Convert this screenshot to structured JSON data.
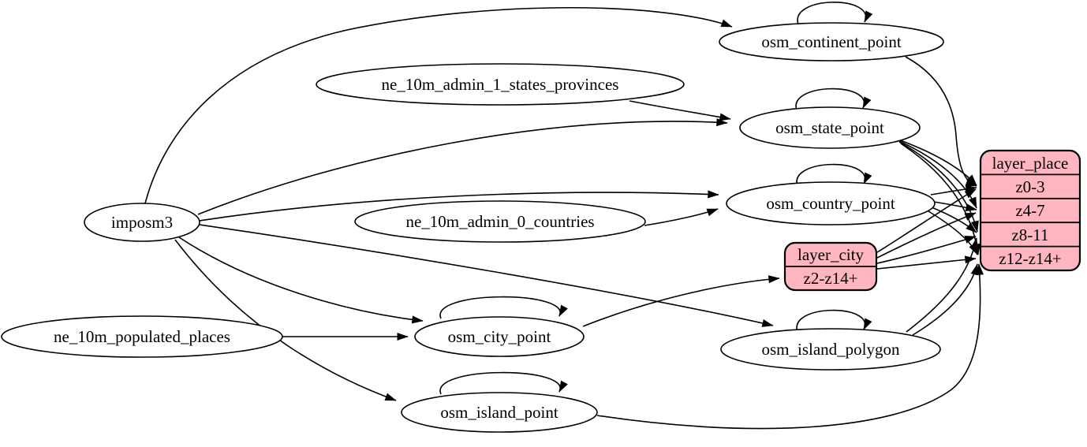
{
  "diagram": {
    "type": "etl-dependency-graph",
    "colors": {
      "background": "#ffffff",
      "table_node_fill": "#ffffff",
      "layer_record_fill": "#ffb6c1",
      "stroke": "#000000",
      "text": "#000000"
    },
    "nodes": {
      "imposm3": {
        "label": "imposm3",
        "shape": "ellipse"
      },
      "ne_10m_admin_1_states_provinces": {
        "label": "ne_10m_admin_1_states_provinces",
        "shape": "ellipse"
      },
      "ne_10m_admin_0_countries": {
        "label": "ne_10m_admin_0_countries",
        "shape": "ellipse"
      },
      "ne_10m_populated_places": {
        "label": "ne_10m_populated_places",
        "shape": "ellipse"
      },
      "osm_continent_point": {
        "label": "osm_continent_point",
        "shape": "ellipse"
      },
      "osm_state_point": {
        "label": "osm_state_point",
        "shape": "ellipse"
      },
      "osm_country_point": {
        "label": "osm_country_point",
        "shape": "ellipse"
      },
      "osm_city_point": {
        "label": "osm_city_point",
        "shape": "ellipse"
      },
      "osm_island_polygon": {
        "label": "osm_island_polygon",
        "shape": "ellipse"
      },
      "osm_island_point": {
        "label": "osm_island_point",
        "shape": "ellipse"
      },
      "layer_city": {
        "label": "layer_city",
        "shape": "record",
        "rows": [
          "z2-z14+"
        ]
      },
      "layer_place": {
        "label": "layer_place",
        "shape": "record",
        "rows": [
          "z0-3",
          "z4-7",
          "z8-11",
          "z12-z14+"
        ]
      }
    },
    "edges": [
      {
        "from": "imposm3",
        "to": "osm_continent_point"
      },
      {
        "from": "imposm3",
        "to": "osm_state_point"
      },
      {
        "from": "imposm3",
        "to": "osm_country_point"
      },
      {
        "from": "imposm3",
        "to": "osm_city_point"
      },
      {
        "from": "imposm3",
        "to": "osm_island_polygon"
      },
      {
        "from": "imposm3",
        "to": "osm_island_point"
      },
      {
        "from": "ne_10m_admin_1_states_provinces",
        "to": "osm_state_point"
      },
      {
        "from": "ne_10m_admin_0_countries",
        "to": "osm_country_point"
      },
      {
        "from": "ne_10m_populated_places",
        "to": "osm_city_point"
      },
      {
        "from": "osm_continent_point",
        "to": "osm_continent_point",
        "self_loop": true
      },
      {
        "from": "osm_state_point",
        "to": "osm_state_point",
        "self_loop": true
      },
      {
        "from": "osm_country_point",
        "to": "osm_country_point",
        "self_loop": true
      },
      {
        "from": "osm_city_point",
        "to": "osm_city_point",
        "self_loop": true
      },
      {
        "from": "osm_island_polygon",
        "to": "osm_island_polygon",
        "self_loop": true
      },
      {
        "from": "osm_island_point",
        "to": "osm_island_point",
        "self_loop": true
      },
      {
        "from": "osm_continent_point",
        "to": "layer_place",
        "port": "z0-3"
      },
      {
        "from": "osm_state_point",
        "to": "layer_place",
        "port": "z0-3"
      },
      {
        "from": "osm_state_point",
        "to": "layer_place",
        "port": "z4-7"
      },
      {
        "from": "osm_state_point",
        "to": "layer_place",
        "port": "z8-11"
      },
      {
        "from": "osm_state_point",
        "to": "layer_place",
        "port": "z12-z14+"
      },
      {
        "from": "osm_country_point",
        "to": "layer_place",
        "port": "z0-3"
      },
      {
        "from": "osm_country_point",
        "to": "layer_place",
        "port": "z4-7"
      },
      {
        "from": "osm_country_point",
        "to": "layer_place",
        "port": "z8-11"
      },
      {
        "from": "osm_country_point",
        "to": "layer_place",
        "port": "z12-z14+"
      },
      {
        "from": "osm_city_point",
        "to": "layer_city",
        "port": "z2-z14+"
      },
      {
        "from": "layer_city",
        "to": "layer_place",
        "port": "z0-3"
      },
      {
        "from": "layer_city",
        "to": "layer_place",
        "port": "z4-7"
      },
      {
        "from": "layer_city",
        "to": "layer_place",
        "port": "z8-11"
      },
      {
        "from": "layer_city",
        "to": "layer_place",
        "port": "z12-z14+"
      },
      {
        "from": "osm_island_polygon",
        "to": "layer_place",
        "port": "z8-11"
      },
      {
        "from": "osm_island_polygon",
        "to": "layer_place",
        "port": "z12-z14+"
      },
      {
        "from": "osm_island_point",
        "to": "layer_place",
        "port": "z12-z14+"
      }
    ]
  }
}
